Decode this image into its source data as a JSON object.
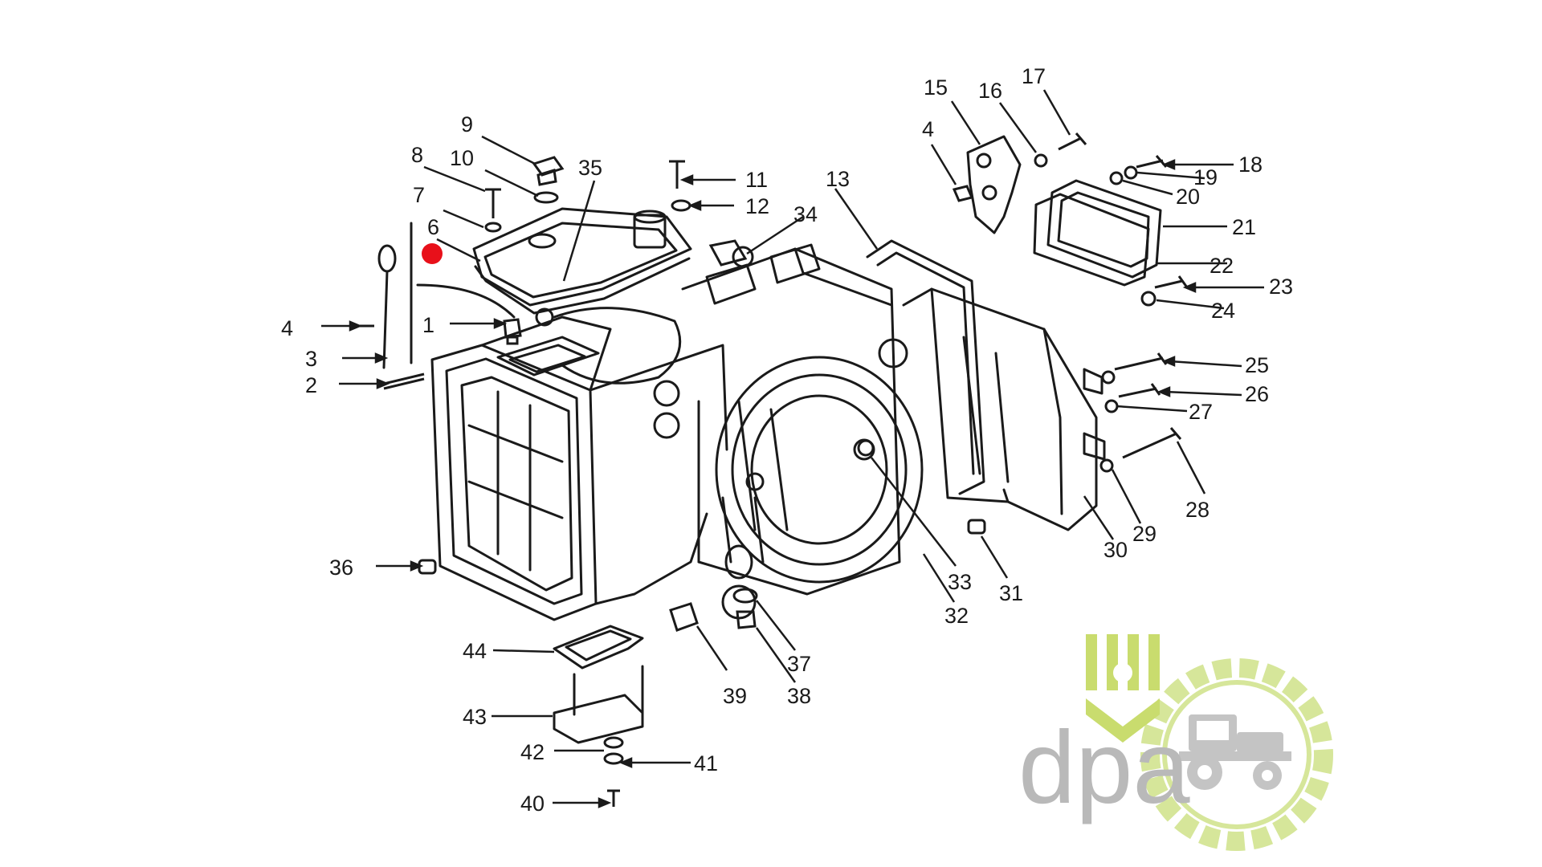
{
  "diagram": {
    "callouts": [
      "1",
      "2",
      "3",
      "4",
      "4",
      "6",
      "7",
      "8",
      "9",
      "10",
      "11",
      "12",
      "13",
      "15",
      "16",
      "17",
      "18",
      "19",
      "20",
      "21",
      "22",
      "23",
      "24",
      "25",
      "26",
      "27",
      "28",
      "29",
      "30",
      "31",
      "32",
      "33",
      "34",
      "35",
      "36",
      "37",
      "38",
      "39",
      "40",
      "41",
      "42",
      "43",
      "44"
    ],
    "highlight_color": "#e8101a",
    "line_color": "#1a1a1a"
  },
  "watermark": {
    "text": "dpa",
    "text_color": "#b9b9b9",
    "gear_color": "#d6e69a",
    "wheat_color": "#c9dc6e",
    "icon": "tractor-gear-logo-icon"
  }
}
